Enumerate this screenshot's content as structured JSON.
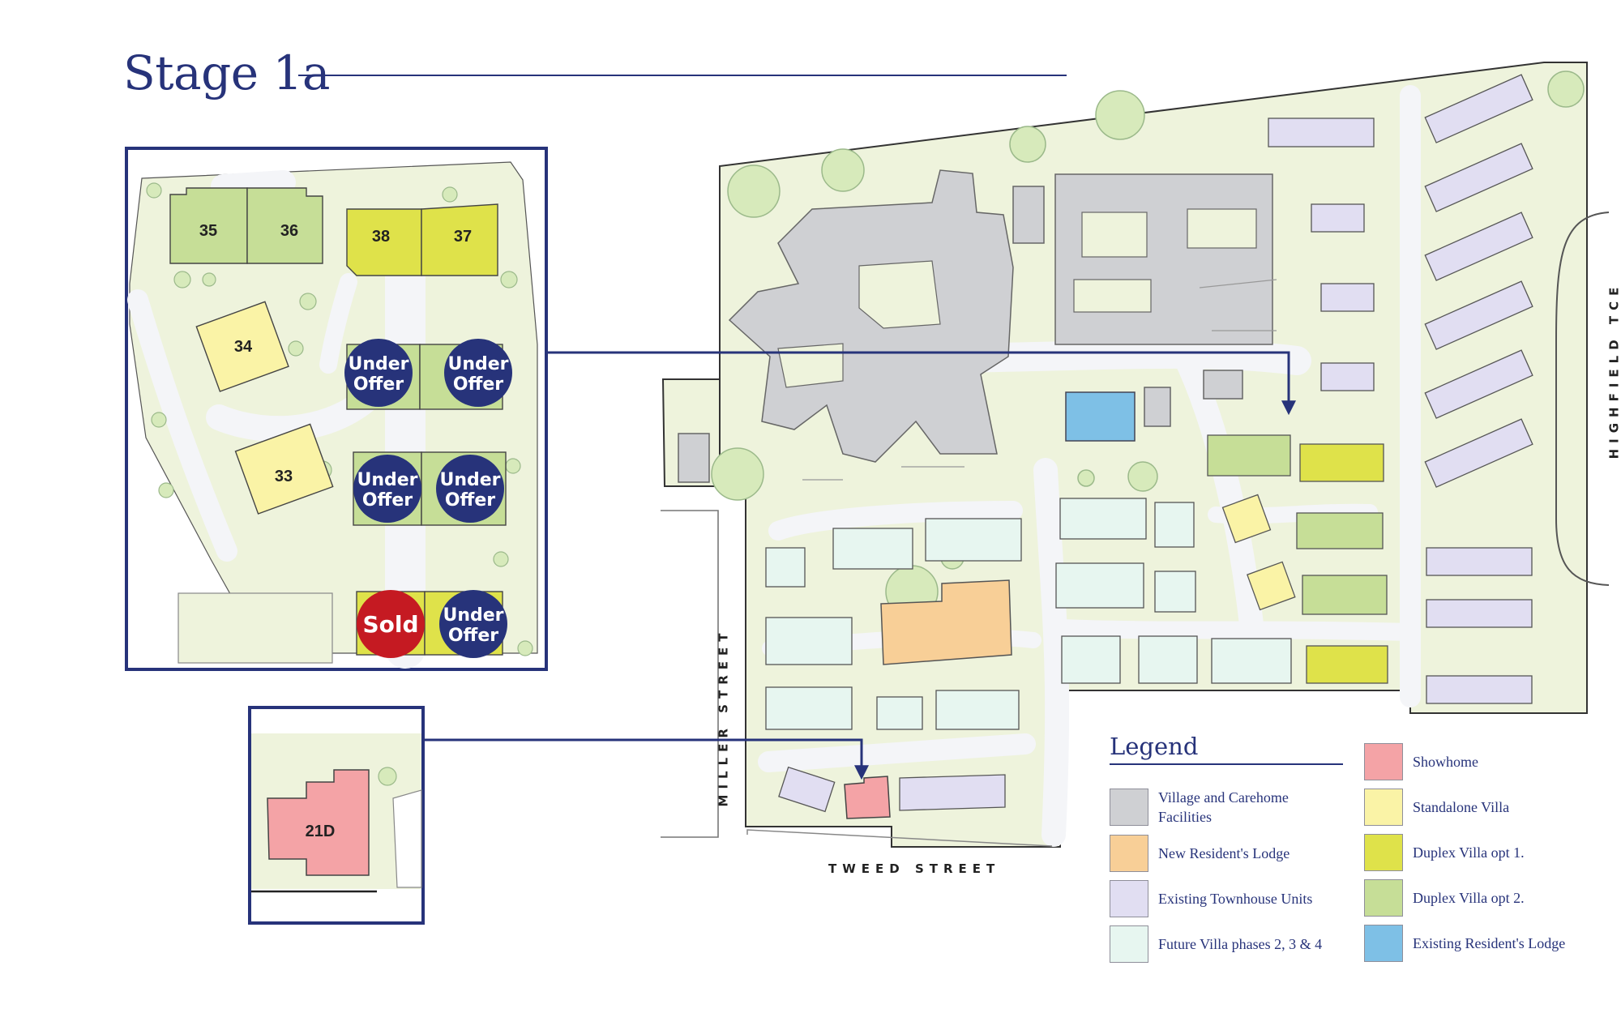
{
  "page": {
    "title": "Stage 1a"
  },
  "colors": {
    "navy": "#27337a",
    "ground": "#eef3dc",
    "road": "#f4f5f8",
    "facilities": "#cfd0d3",
    "lodge_new": "#f8cf97",
    "townhouse": "#e1def2",
    "future_villa": "#e7f6f0",
    "showhome": "#f4a3a6",
    "standalone": "#faf3a6",
    "duplex1": "#dfe24a",
    "duplex2": "#c6de97",
    "lodge_existing": "#7ec0e6",
    "sold": "#c51a22",
    "tree": "#d7eabb"
  },
  "streets": {
    "miller": "MILLER STREET",
    "tweed": "TWEED STREET",
    "highfield": "HIGHFIELD TCE"
  },
  "inset": {
    "lots": [
      {
        "label": "35",
        "type": "duplex2"
      },
      {
        "label": "36",
        "type": "duplex2"
      },
      {
        "label": "38",
        "type": "duplex1"
      },
      {
        "label": "37",
        "type": "duplex1"
      },
      {
        "label": "34",
        "type": "standalone"
      },
      {
        "label": "33",
        "type": "standalone"
      }
    ],
    "badges": [
      {
        "text1": "Under",
        "text2": "Offer",
        "status": "under-offer"
      },
      {
        "text1": "Under",
        "text2": "Offer",
        "status": "under-offer"
      },
      {
        "text1": "Under",
        "text2": "Offer",
        "status": "under-offer"
      },
      {
        "text1": "Under",
        "text2": "Offer",
        "status": "under-offer"
      },
      {
        "text1": "Sold",
        "text2": "",
        "status": "sold"
      },
      {
        "text1": "Under",
        "text2": "Offer",
        "status": "under-offer"
      }
    ]
  },
  "inset2": {
    "lot_label": "21D"
  },
  "legend": {
    "title": "Legend",
    "items": [
      {
        "label": "Village and Carehome Facilities",
        "color": "#cfd0d3"
      },
      {
        "label": "New Resident's Lodge",
        "color": "#f8cf97"
      },
      {
        "label": "Existing Townhouse Units",
        "color": "#e1def2"
      },
      {
        "label": "Future Villa phases 2, 3 & 4",
        "color": "#e7f6f0"
      },
      {
        "label": "Showhome",
        "color": "#f4a3a6"
      },
      {
        "label": "Standalone Villa",
        "color": "#faf3a6"
      },
      {
        "label": "Duplex Villa opt 1.",
        "color": "#dfe24a"
      },
      {
        "label": "Duplex Villa opt 2.",
        "color": "#c6de97"
      },
      {
        "label": "Existing Resident's Lodge",
        "color": "#7ec0e6"
      }
    ]
  }
}
